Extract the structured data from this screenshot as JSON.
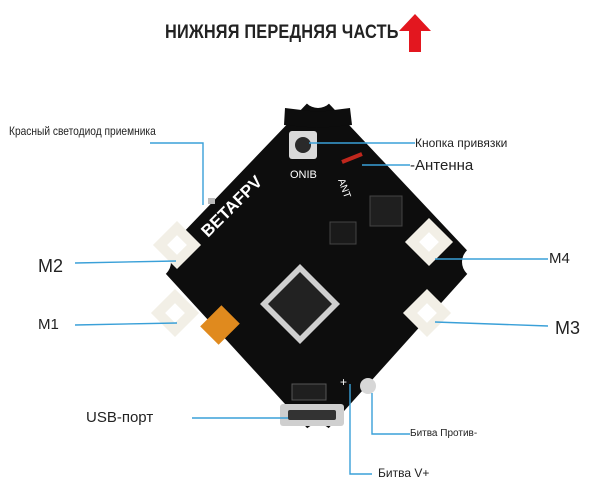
{
  "title": "НИЖНЯЯ ПЕРЕДНЯЯ ЧАСТЬ",
  "colors": {
    "arrow": "#e3171f",
    "leader_line": "#3aa0d8",
    "board": "#0d0d0d",
    "connector": "#f2efe6"
  },
  "board": {
    "brand": "BETAFPV",
    "button_silk": "ONIB",
    "ant_silk": "ANT",
    "minus_silk": "−",
    "plus_silk": "+"
  },
  "labels": {
    "receiver_led": "Красный светодиод приемника",
    "bind_button": "Кнопка привязки",
    "antenna": "-Антенна",
    "m2": "M2",
    "m4": "M4",
    "m1": "M1",
    "m3": "M3",
    "usb": "USB-порт",
    "batt_minus": "Битва Против-",
    "batt_plus": "Битва V+"
  },
  "icons": {
    "up_arrow": "up-arrow-icon"
  }
}
